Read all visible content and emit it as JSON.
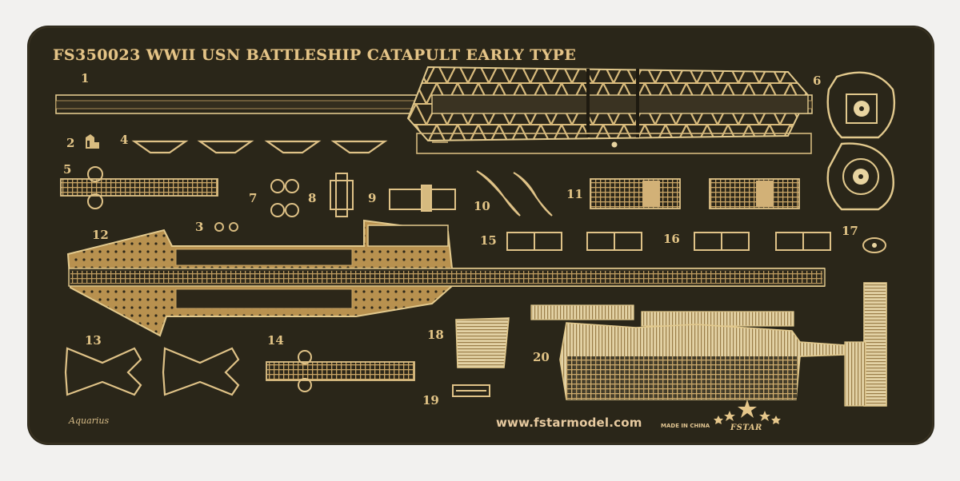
{
  "fret": {
    "title": "FS350023 WWII USN BATTLESHIP CATAPULT EARLY TYPE",
    "website": "www.fstarmodel.com",
    "made_in": "MADE IN CHINA",
    "brand": "FSTAR",
    "designer": "Aquarius"
  },
  "part_numbers": [
    "1",
    "2",
    "3",
    "4",
    "5",
    "6",
    "7",
    "8",
    "9",
    "10",
    "11",
    "12",
    "13",
    "14",
    "15",
    "16",
    "17",
    "18",
    "19",
    "20"
  ],
  "colors": {
    "page": "#f2f1ef",
    "fret": "#2a2619",
    "brass": "#c9a566",
    "brass_light": "#e5c98d",
    "brass_dark": "#8d6f3a"
  }
}
